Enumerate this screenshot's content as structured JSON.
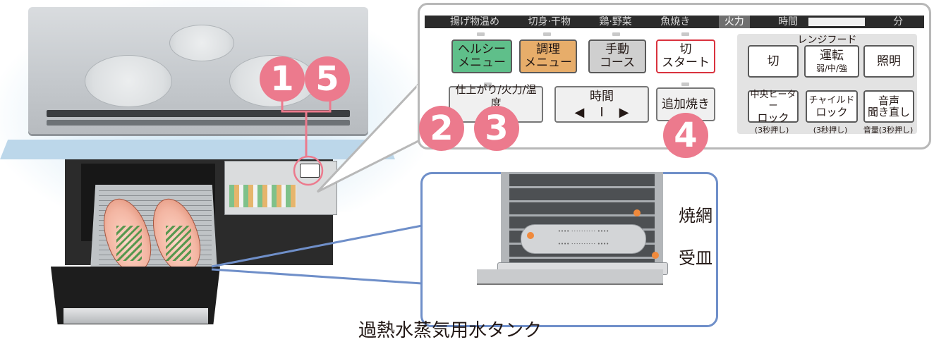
{
  "numbers": [
    "1",
    "5",
    "2",
    "3",
    "4"
  ],
  "topbar": {
    "items": [
      "揚げ物温め",
      "切身·干物",
      "鶏·野菜",
      "魚焼き"
    ],
    "selected": "火力",
    "time_label": "時間",
    "unit": "分"
  },
  "keys": {
    "healthy": [
      "ヘルシー",
      "メニュー"
    ],
    "cooking": [
      "調理",
      "メニュー"
    ],
    "manual": [
      "手動",
      "コース"
    ],
    "off_start": [
      "切",
      "スタート"
    ],
    "finish": "仕上がり/火力/温度",
    "time": "時間",
    "extra": "追加焼き",
    "arrow_left": "◀",
    "arrow_right": "▶",
    "bar": "I"
  },
  "range_hood": {
    "title": "レンジフード",
    "off": "切",
    "run": [
      "運転",
      "弱/中/強"
    ],
    "light": "照明",
    "lock_center": [
      "中央ヒーター",
      "ロック"
    ],
    "child_lock": [
      "チャイルド",
      "ロック"
    ],
    "voice": [
      "音声",
      "聞き直し"
    ],
    "note_3sec": "(3秒押し)",
    "note_volume": "音量(3秒押し)"
  },
  "labels": {
    "grill_net": "焼網",
    "drip_tray": "受皿",
    "steam_tank": "過熱水蒸気用水タンク"
  },
  "colors": {
    "number_circle": "#ec7a8d",
    "key_green": "#5fbf8a",
    "key_orange": "#e7ad6a",
    "key_red_border": "#d9323e",
    "zoom_border": "#6f8fc9",
    "leader_orange": "#f08a3c"
  }
}
